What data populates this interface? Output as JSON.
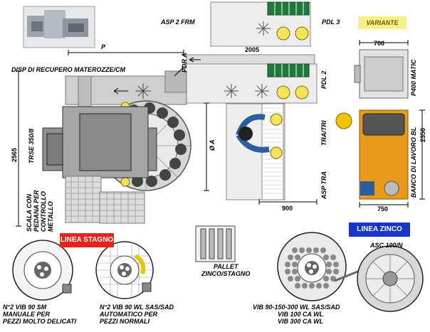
{
  "labels": {
    "asp2_frm": "ASP 2 FRM",
    "pdl3": "PDL 3",
    "variante": "VARIANTE",
    "p": "P",
    "dim_2005": "2005",
    "dim_700": "700",
    "pdr_a": "PDR A",
    "disp_recupero": "DISP DI RECUPERO MATEROZZE/CM",
    "pdl2": "PDL 2",
    "p400_matic": "P400 MATIC",
    "trse": "TRSE 350/8",
    "dim_2565": "2565",
    "oa": "Ø A",
    "tra_tri": "TRA/TRI",
    "banco": "BANCO DI LAVORO BL",
    "dim_2350": "2350",
    "asp_tra": "ASP TRA",
    "dim_900": "900",
    "dim_750": "750",
    "scala_lines": [
      "SCALA CON",
      "PEDANA PER",
      "CONTROLLO",
      "METALLO"
    ],
    "linea_stagno": "LINEA STAGNO",
    "linea_zinco": "LINEA ZINCO",
    "pallet_lines": [
      "PALLET",
      "ZINCO/STAGNO"
    ],
    "asc100n": "ASC 100/N",
    "vib90sm_lines": [
      "N°2 VIB 90 SM",
      "MANUALE PER",
      "PEZZI MOLTO DELICATI"
    ],
    "vib90wl_lines": [
      "N°2 VIB 90 WL SAS/SAD",
      "AUTOMATICO PER",
      "PEZZI NORMALI"
    ],
    "vibwl_lines": [
      "VIB 90-150-300 WL SAS/SAD",
      "VIB 100 CA WL",
      "VIB 300 CA WL"
    ]
  },
  "colors": {
    "linea_stagno_bg": "#e8231b",
    "linea_zinco_bg": "#1537c8",
    "variante_bg": "#f7f08a",
    "workbench": "#e89a1a",
    "conveyor_green": "#1f7a3a",
    "yellow_part": "#f5e35a",
    "operator_blue": "#2c5e9e"
  }
}
